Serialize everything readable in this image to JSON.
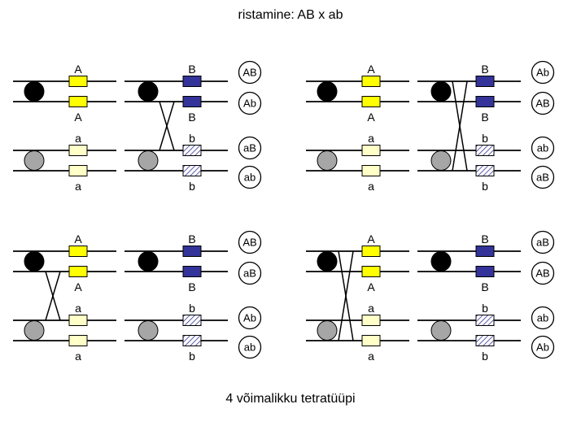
{
  "title": "ristamine: AB x ab",
  "caption": "4 võimalikku tetratüüpi",
  "colors": {
    "line": "#000000",
    "allele_A": "#FFFF00",
    "allele_a": "#FFFFC8",
    "allele_B": "#333399",
    "allele_b_stripe": "#333399",
    "allele_b_bg": "#FFFFFF",
    "centromere_black": "#000000",
    "centromere_gray": "#A6A6A6",
    "product_circle_fill": "#FFFFFF"
  },
  "quadrants": [
    {
      "position": "top-left",
      "gene_A_labels": [
        "A",
        "A",
        "a",
        "a"
      ],
      "gene_B_labels": [
        "B",
        "B",
        "b",
        "b"
      ],
      "crossover": {
        "gene": "B",
        "strands": [
          2,
          3
        ]
      },
      "products": [
        "AB",
        "Ab",
        "aB",
        "ab"
      ]
    },
    {
      "position": "top-right",
      "gene_A_labels": [
        "A",
        "A",
        "a",
        "a"
      ],
      "gene_B_labels": [
        "B",
        "B",
        "b",
        "b"
      ],
      "crossover": {
        "gene": "B",
        "strands": [
          1,
          4
        ]
      },
      "products": [
        "Ab",
        "AB",
        "ab",
        "aB"
      ]
    },
    {
      "position": "bottom-left",
      "gene_A_labels": [
        "A",
        "A",
        "a",
        "a"
      ],
      "gene_B_labels": [
        "B",
        "B",
        "b",
        "b"
      ],
      "crossover": {
        "gene": "A",
        "strands": [
          2,
          3
        ]
      },
      "products": [
        "AB",
        "aB",
        "Ab",
        "ab"
      ]
    },
    {
      "position": "bottom-right",
      "gene_A_labels": [
        "A",
        "A",
        "a",
        "a"
      ],
      "gene_B_labels": [
        "B",
        "B",
        "b",
        "b"
      ],
      "crossover": {
        "gene": "A",
        "strands": [
          1,
          4
        ]
      },
      "products": [
        "aB",
        "AB",
        "ab",
        "Ab"
      ]
    }
  ]
}
